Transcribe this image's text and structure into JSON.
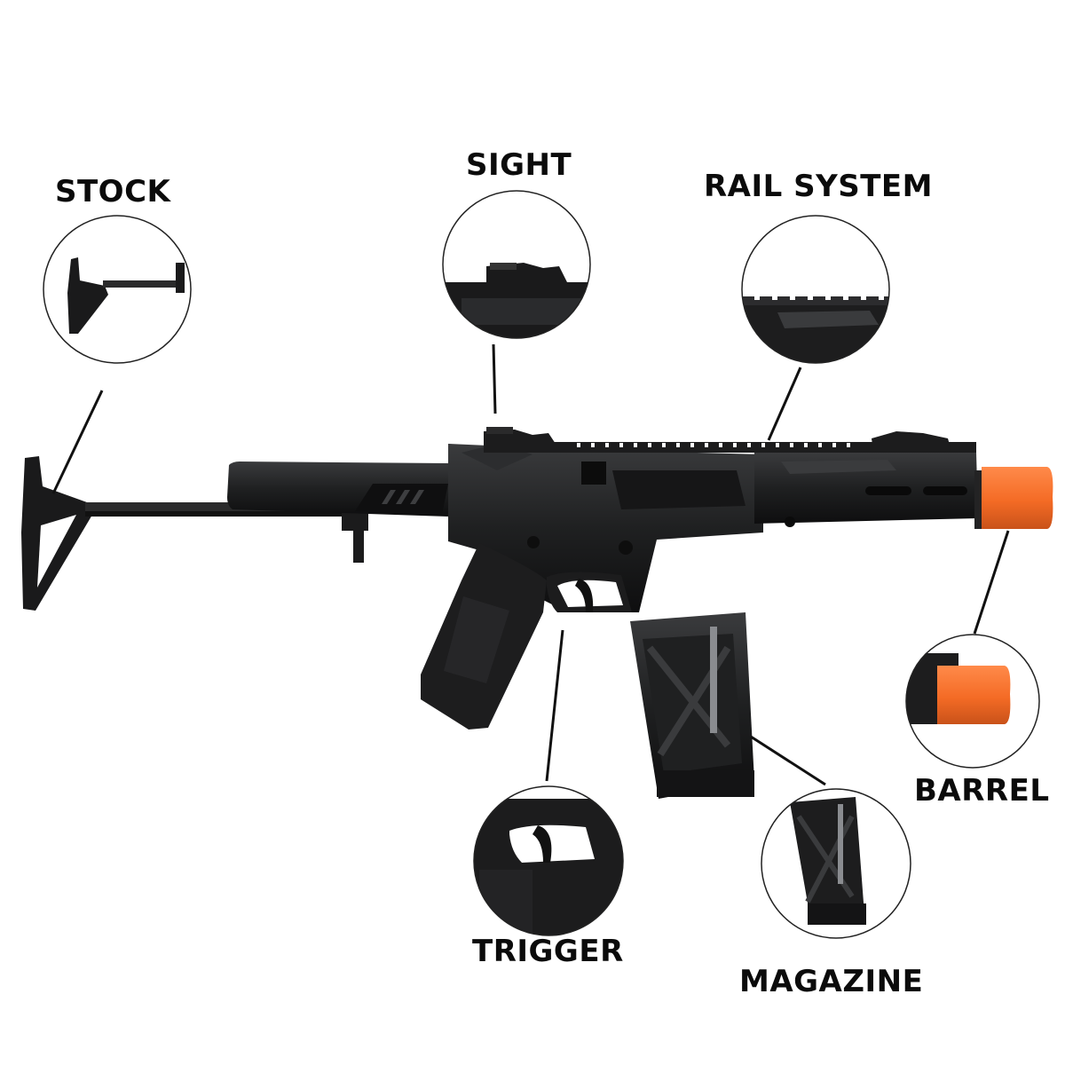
{
  "callouts": {
    "stock": {
      "label": "STOCK"
    },
    "sight": {
      "label": "SIGHT"
    },
    "rail": {
      "label": "RAIL SYSTEM"
    },
    "barrel": {
      "label": "BARREL"
    },
    "trigger": {
      "label": "TRIGGER"
    },
    "magazine": {
      "label": "MAGAZINE"
    }
  },
  "colors": {
    "body": "#1c1c1d",
    "body_light": "#2e2f31",
    "body_dark": "#0d0d0e",
    "orange_tip": "#f46b25",
    "leader": "#111111"
  }
}
